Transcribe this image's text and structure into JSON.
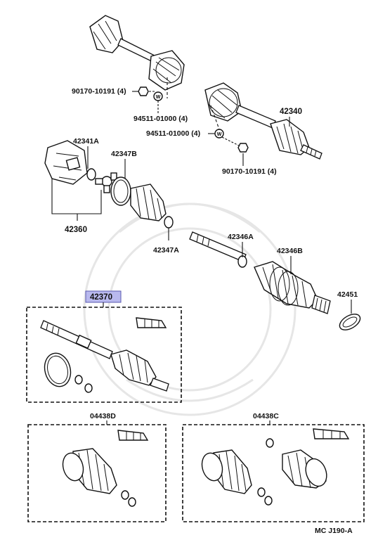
{
  "labels": {
    "p90170_top": "90170-10191 (4)",
    "p94511_top": "94511-01000 (4)",
    "p42340": "42340",
    "p94511_mid": "94511-01000 (4)",
    "p90170_mid": "90170-10191 (4)",
    "p42341A": "42341A",
    "p42347B": "42347B",
    "p42360": "42360",
    "p42347A": "42347A",
    "p42346A": "42346A",
    "p42346B": "42346B",
    "p42451": "42451",
    "p42370": "42370",
    "p04438D": "04438D",
    "p04438C": "04438C",
    "code": "MC J190-A"
  },
  "colors": {
    "highlight": "#b9b9ee",
    "highlight_border": "#5a5ab0",
    "line": "#111111"
  },
  "icons": {
    "washer_w": "W"
  }
}
